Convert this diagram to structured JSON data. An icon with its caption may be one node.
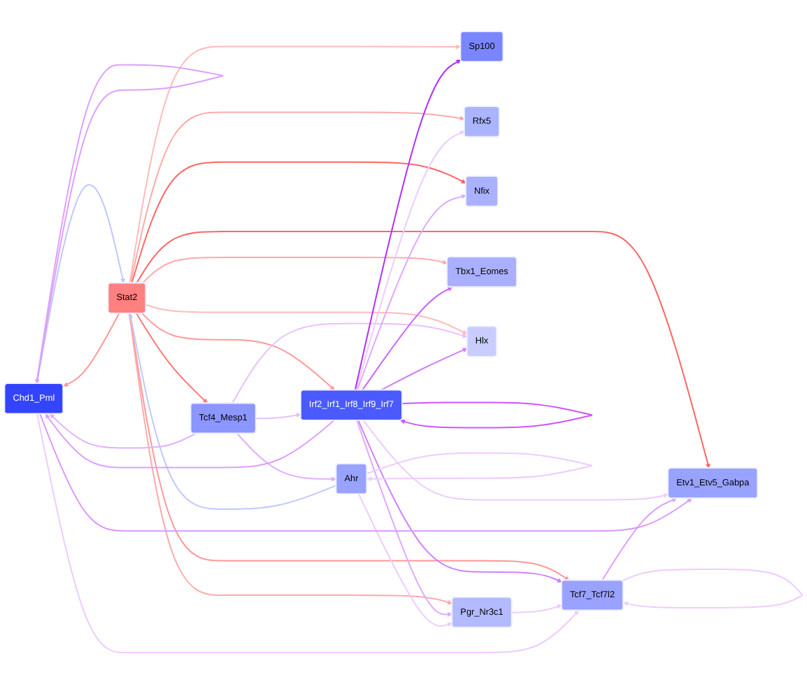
{
  "diagram": {
    "nodes": [
      {
        "text": [
          "Hlx"
        ]
      },
      {
        "text": [
          "Tcf4_Mesp1"
        ]
      },
      {
        "text": [
          "Tbx1_Eomes"
        ]
      },
      {
        "text": [
          "Tcf7_Tcf7l2"
        ]
      },
      {
        "text": [
          "Irf2_Irf1_Irf8_Irf9_Irf7"
        ]
      },
      {
        "text": [
          "Etv1_Etv5_Gabpa"
        ]
      },
      {
        "text": [
          "Stat2"
        ]
      },
      {
        "text": [
          "Pgr_Nr3c1"
        ]
      },
      {
        "text": [
          "Ahr"
        ]
      },
      {
        "text": [
          "Nfix"
        ]
      },
      {
        "text": [
          "Chd1_Pml"
        ]
      },
      {
        "text": [
          "Rfx5"
        ]
      },
      {
        "text": [
          "Sp100"
        ]
      }
    ],
    "edges": [
      {
        "from": 6,
        "to": 0,
        "arrow": "to",
        "color": "#ffbbbb"
      },
      {
        "from": 6,
        "to": 2,
        "arrow": "to",
        "color": "#ffaaaa"
      },
      {
        "from": 6,
        "to": 4,
        "arrow": "to",
        "color": "#ff9999"
      },
      {
        "from": 6,
        "to": 1,
        "arrow": "to",
        "color": "#ff7777"
      },
      {
        "from": 6,
        "to": 3,
        "arrow": "to",
        "color": "#ff9999"
      },
      {
        "from": 6,
        "to": 5,
        "arrow": "to",
        "color": "#ff6666"
      },
      {
        "from": 6,
        "to": 7,
        "arrow": "to",
        "color": "#ffaaaa"
      },
      {
        "from": 6,
        "to": 9,
        "arrow": "to",
        "color": "#ff6666"
      },
      {
        "from": 6,
        "to": 11,
        "arrow": "to",
        "color": "#ffaaaa"
      },
      {
        "from": 6,
        "to": 12,
        "arrow": "to",
        "color": "#ffbbbb"
      },
      {
        "from": 6,
        "to": 10,
        "arrow": "to",
        "color": "#ff9999"
      },
      {
        "from": 8,
        "to": 6,
        "arrow": "to",
        "color": "#c0c8ff"
      },
      {
        "from": 10,
        "to": 6,
        "arrow": "to",
        "color": "#c0c8ff"
      },
      {
        "from": 1,
        "to": 0,
        "arrow": "to",
        "color": "#e8c0ff"
      },
      {
        "from": 1,
        "to": 4,
        "arrow": "to",
        "color": "#e8c0ff"
      },
      {
        "from": 1,
        "to": 8,
        "arrow": "to",
        "color": "#e0b0ff"
      },
      {
        "from": 1,
        "to": 10,
        "arrow": "to",
        "color": "#e0b0ff"
      },
      {
        "from": 4,
        "to": 2,
        "arrow": "to",
        "color": "#cc66ff"
      },
      {
        "from": 4,
        "to": 0,
        "arrow": "to",
        "color": "#d080ff"
      },
      {
        "from": 4,
        "to": 3,
        "arrow": "to",
        "color": "#d080ff"
      },
      {
        "from": 4,
        "to": 4,
        "arrow": "to",
        "color": "#cc55ff"
      },
      {
        "from": 4,
        "to": 5,
        "arrow": "to",
        "color": "#eeccff"
      },
      {
        "from": 4,
        "to": 7,
        "arrow": "to",
        "color": "#e0aaff"
      },
      {
        "from": 4,
        "to": 9,
        "arrow": "to",
        "color": "#e0aaff"
      },
      {
        "from": 4,
        "to": 11,
        "arrow": "to",
        "color": "#eeccff"
      },
      {
        "from": 4,
        "to": 12,
        "arrow": "to",
        "color": "#b030ff"
      },
      {
        "from": 4,
        "to": 10,
        "arrow": "to",
        "color": "#dda0ff"
      },
      {
        "from": 7,
        "to": 3,
        "arrow": "to",
        "color": "#eeccff"
      },
      {
        "from": 8,
        "to": 7,
        "arrow": "to",
        "color": "#eeccff"
      },
      {
        "from": 8,
        "to": 8,
        "arrow": "to",
        "color": "#eeccff"
      },
      {
        "from": 3,
        "to": 3,
        "arrow": "to",
        "color": "#eeccff"
      },
      {
        "from": 3,
        "to": 5,
        "arrow": "to",
        "color": "#dda0ff"
      },
      {
        "from": 10,
        "to": 10,
        "arrow": "to",
        "color": "#dda0ff"
      },
      {
        "from": 10,
        "to": 5,
        "arrow": "to",
        "color": "#dd99ff"
      },
      {
        "from": 10,
        "to": 3,
        "arrow": "to",
        "color": "#eeccff"
      }
    ]
  }
}
